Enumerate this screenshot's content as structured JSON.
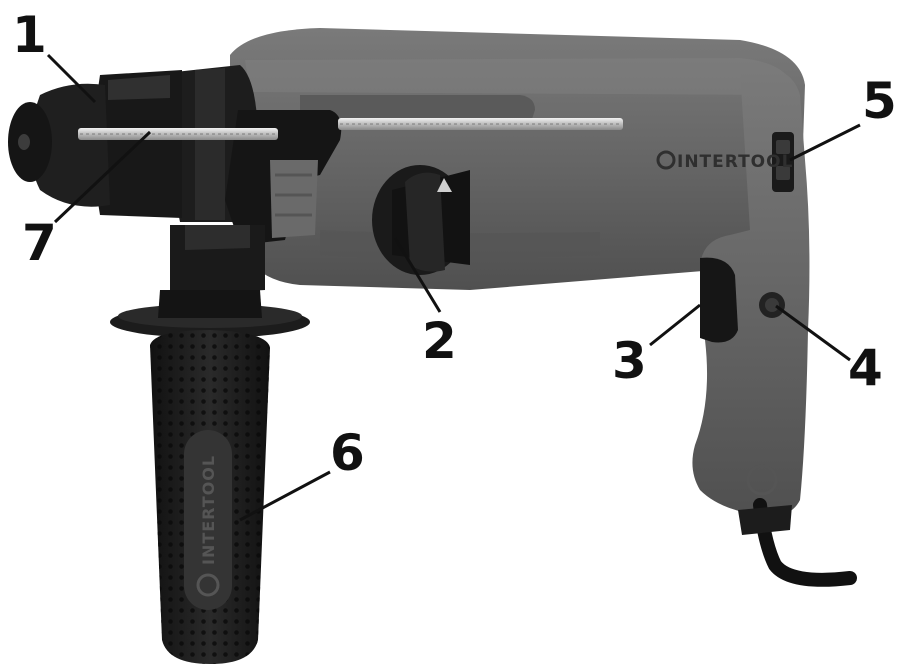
{
  "brand": {
    "name": "INTERTOOL",
    "logo_icon": "intertool-logo-icon"
  },
  "colors": {
    "body": "#6a6a6a",
    "body_dark": "#4f4f4f",
    "rubber": "#1c1c1c",
    "depth_rod": "#c9c9c9",
    "callout": "#111111"
  },
  "callouts": [
    {
      "id": "1",
      "label": "1"
    },
    {
      "id": "2",
      "label": "2"
    },
    {
      "id": "3",
      "label": "3"
    },
    {
      "id": "4",
      "label": "4"
    },
    {
      "id": "5",
      "label": "5"
    },
    {
      "id": "6",
      "label": "6"
    },
    {
      "id": "7",
      "label": "7"
    }
  ]
}
